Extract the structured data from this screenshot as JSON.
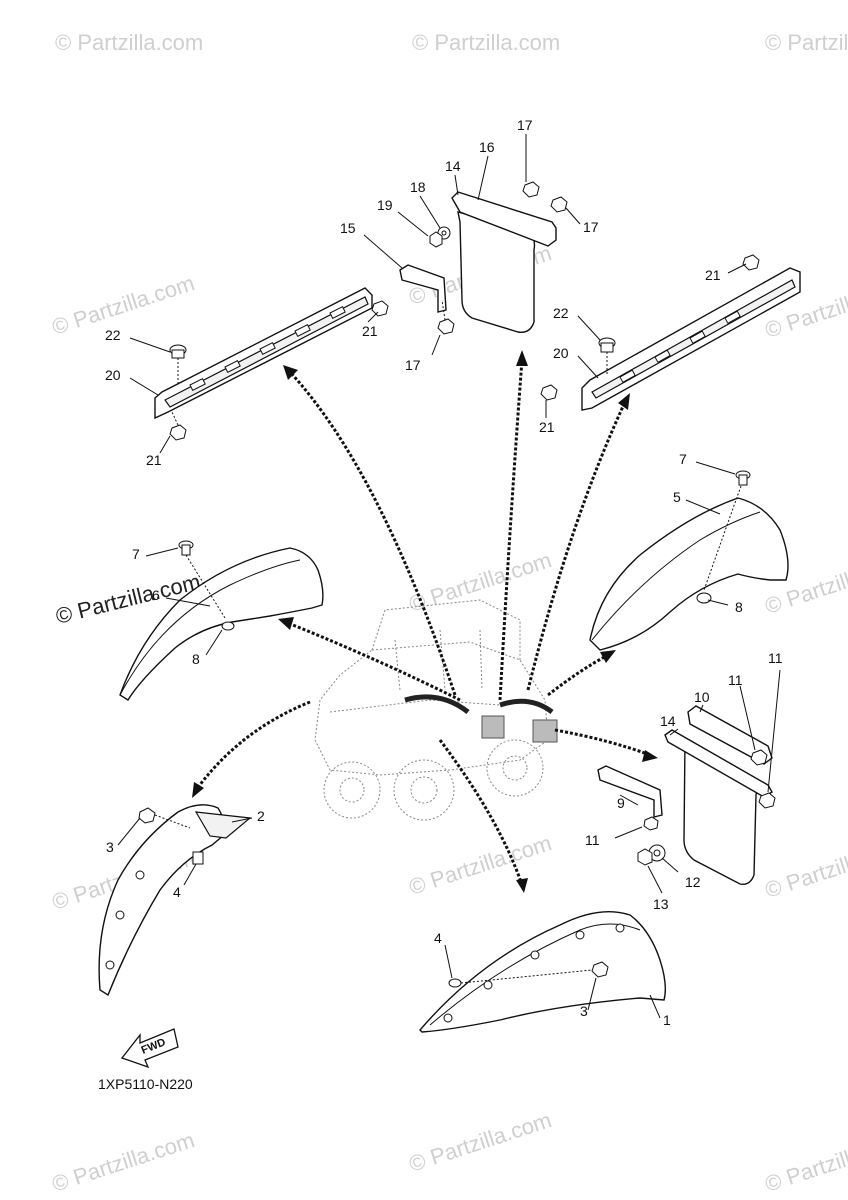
{
  "watermarks": [
    "© Partzilla.com"
  ],
  "brand_watermark": "© Partzilla.com",
  "diagram_code": "1XP5110-N220",
  "fwd_label": "FWD",
  "callouts": {
    "c1": "1",
    "c2": "2",
    "c3a": "3",
    "c3b": "3",
    "c4a": "4",
    "c4b": "4",
    "c5": "5",
    "c6": "6",
    "c7a": "7",
    "c7b": "7",
    "c8a": "8",
    "c8b": "8",
    "c9": "9",
    "c10": "10",
    "c11a": "11",
    "c11b": "11",
    "c11c": "11",
    "c12": "12",
    "c13": "13",
    "c14a": "14",
    "c14b": "14",
    "c15": "15",
    "c16": "16",
    "c17a": "17",
    "c17b": "17",
    "c17c": "17",
    "c18": "18",
    "c19": "19",
    "c20a": "20",
    "c20b": "20",
    "c21a": "21",
    "c21b": "21",
    "c21c": "21",
    "c21d": "21",
    "c22a": "22",
    "c22b": "22"
  }
}
